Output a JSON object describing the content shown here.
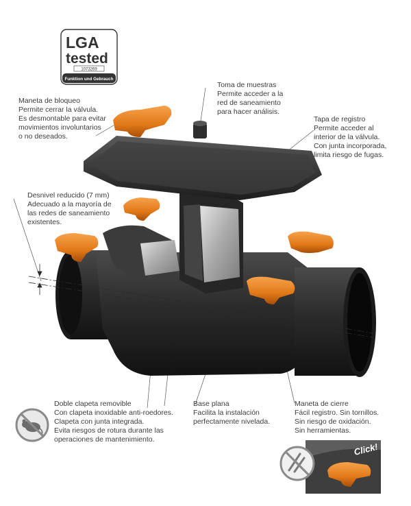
{
  "badge": {
    "brand": "LGA",
    "tested": "tested",
    "number": "1073269",
    "footer": "Funktion und Gebrauch"
  },
  "callouts": {
    "toma": {
      "title": "Toma de muestras",
      "lines": [
        "Permite acceder a la",
        "red de saneamiento",
        "para hacer análisis."
      ]
    },
    "maneta_bloqueo": {
      "title": "Maneta de bloqueo",
      "lines": [
        "Permite cerrar la válvula.",
        "Es desmontable para evitar",
        "movimientos involuntarios",
        "o no deseados."
      ]
    },
    "tapa": {
      "title": "Tapa de registro",
      "lines": [
        "Permite acceder al",
        "interior de la válvula.",
        "Con junta incorporada,",
        "limita riesgo de fugas."
      ]
    },
    "desnivel": {
      "title": "Desnivel reducido (7 mm)",
      "lines": [
        "Adecuado a la mayoría de",
        "las redes de saneamiento",
        "existentes."
      ]
    },
    "doble": {
      "title": "Doble clapeta removible",
      "lines": [
        "Con clapeta inoxidable anti-roedores.",
        "Clapeta con junta integrada.",
        "Evita riesgos de rotura durante las",
        "operaciones de mantenimiento."
      ]
    },
    "base": {
      "title": "Base plana",
      "lines": [
        "Facilita la instalación",
        "perfectamente nivelada."
      ]
    },
    "maneta_cierre": {
      "title": "Maneta de cierre",
      "lines": [
        "Fácil registro. Sin tornillos.",
        "Sin riesgo de oxidación.",
        "Sin herramientas."
      ]
    }
  },
  "inset": {
    "click": "Click!"
  },
  "colors": {
    "orange": "#e8821e",
    "body": "#2a2a2a",
    "steel": "#b9b9b9",
    "text": "#3c3c3c"
  }
}
